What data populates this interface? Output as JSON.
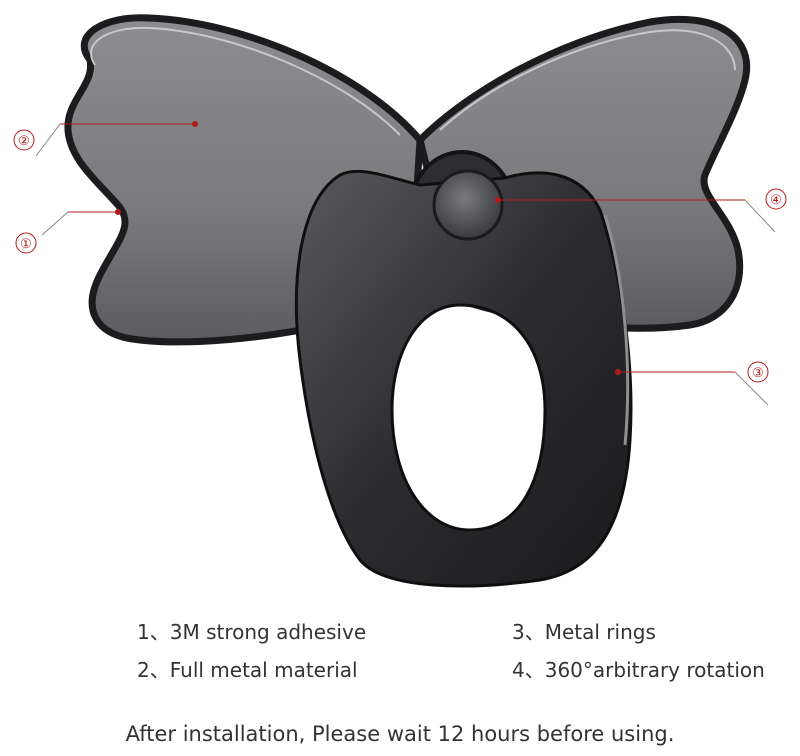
{
  "callouts": [
    {
      "id": "1",
      "glyph": "①"
    },
    {
      "id": "2",
      "glyph": "②"
    },
    {
      "id": "3",
      "glyph": "③"
    },
    {
      "id": "4",
      "glyph": "④"
    }
  ],
  "features": [
    {
      "num": "1、",
      "text": "3M strong adhesive"
    },
    {
      "num": "2、",
      "text": "Full metal material"
    },
    {
      "num": "3、",
      "text": "Metal rings"
    },
    {
      "num": "4、",
      "text": "360°arbitrary rotation"
    }
  ],
  "note": "After installation, Please wait 12 hours before using.",
  "colors": {
    "metal_dark": "#2a2a2c",
    "metal_mid": "#6e6e72",
    "metal_light": "#9a9a9d",
    "callout_red": "#b11a1a",
    "text": "#333333"
  }
}
